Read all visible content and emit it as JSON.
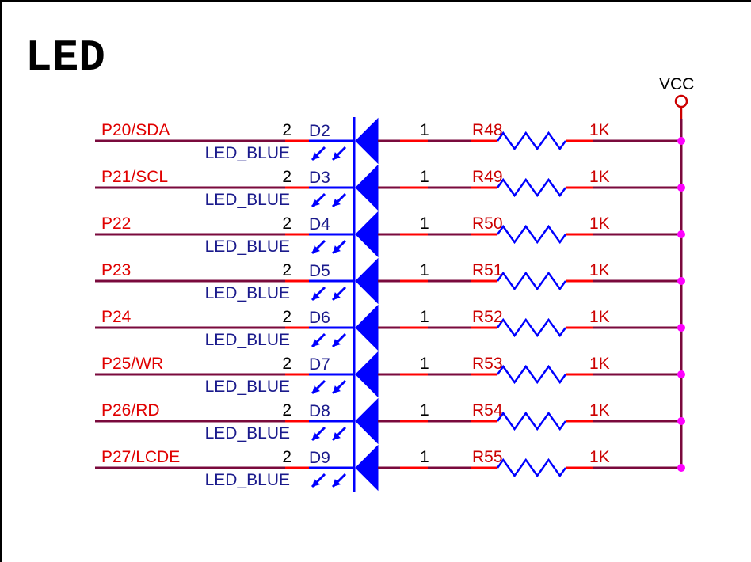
{
  "title": "LED",
  "power": {
    "label": "VCC"
  },
  "rows": [
    {
      "net": "P20/SDA",
      "pin_left": "2",
      "diode_ref": "D2",
      "diode_value": "LED_BLUE",
      "pin_right": "1",
      "resistor_ref": "R48",
      "resistor_value": "1K"
    },
    {
      "net": "P21/SCL",
      "pin_left": "2",
      "diode_ref": "D3",
      "diode_value": "LED_BLUE",
      "pin_right": "1",
      "resistor_ref": "R49",
      "resistor_value": "1K"
    },
    {
      "net": "P22",
      "pin_left": "2",
      "diode_ref": "D4",
      "diode_value": "LED_BLUE",
      "pin_right": "1",
      "resistor_ref": "R50",
      "resistor_value": "1K"
    },
    {
      "net": "P23",
      "pin_left": "2",
      "diode_ref": "D5",
      "diode_value": "LED_BLUE",
      "pin_right": "1",
      "resistor_ref": "R51",
      "resistor_value": "1K"
    },
    {
      "net": "P24",
      "pin_left": "2",
      "diode_ref": "D6",
      "diode_value": "LED_BLUE",
      "pin_right": "1",
      "resistor_ref": "R52",
      "resistor_value": "1K"
    },
    {
      "net": "P25/WR",
      "pin_left": "2",
      "diode_ref": "D7",
      "diode_value": "LED_BLUE",
      "pin_right": "1",
      "resistor_ref": "R53",
      "resistor_value": "1K"
    },
    {
      "net": "P26/RD",
      "pin_left": "2",
      "diode_ref": "D8",
      "diode_value": "LED_BLUE",
      "pin_right": "1",
      "resistor_ref": "R54",
      "resistor_value": "1K"
    },
    {
      "net": "P27/LCDE",
      "pin_left": "2",
      "diode_ref": "D9",
      "diode_value": "LED_BLUE",
      "pin_right": "1",
      "resistor_ref": "R55",
      "resistor_value": "1K"
    }
  ]
}
